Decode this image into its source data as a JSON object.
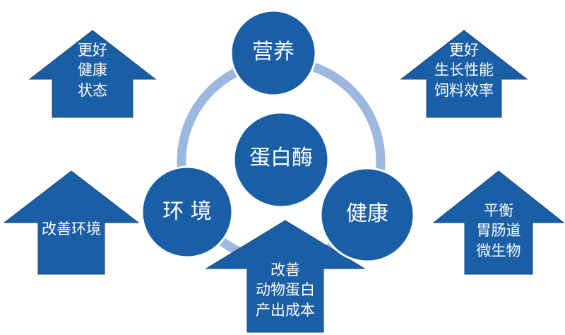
{
  "colors": {
    "shape_fill": "#1a5ea5",
    "shape_stroke": "#15497f",
    "ring": "#9cb7e0",
    "text": "#ffffff",
    "background": "#ffffff"
  },
  "center": {
    "label": "蛋白酶"
  },
  "circles": {
    "top": "营养",
    "left": "环 境",
    "right": "健康"
  },
  "arrows": {
    "top_left": [
      "更好",
      "健康",
      "状态"
    ],
    "top_right": [
      "更好",
      "生长性能",
      "饲料效率"
    ],
    "middle_left": [
      "改善环境"
    ],
    "middle_right": [
      "平衡",
      "胃肠道",
      "微生物"
    ],
    "bottom": [
      "改善",
      "动物蛋白",
      "产出成本"
    ]
  }
}
